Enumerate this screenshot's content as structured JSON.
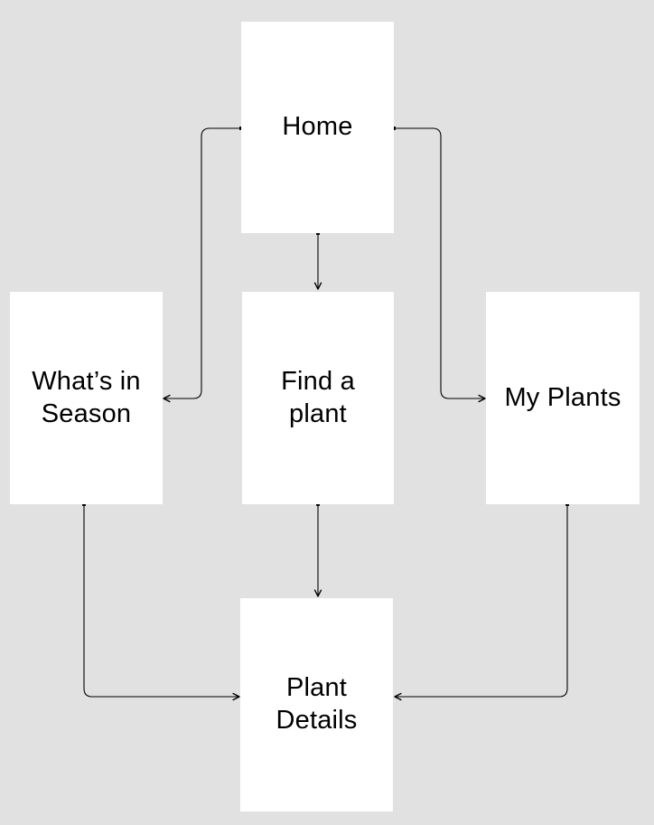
{
  "canvas": {
    "background_color": "#e1e1e1",
    "node_fill_color": "#ffffff",
    "edge_color": "#000000",
    "text_color": "#000000"
  },
  "diagram": {
    "nodes": [
      {
        "id": "home",
        "label": "Home"
      },
      {
        "id": "whats-in-season",
        "label": "What’s in\nSeason"
      },
      {
        "id": "find-a-plant",
        "label": "Find a\nplant"
      },
      {
        "id": "my-plants",
        "label": "My Plants"
      },
      {
        "id": "plant-details",
        "label": "Plant\nDetails"
      }
    ],
    "edges": [
      {
        "from": "home",
        "to": "whats-in-season"
      },
      {
        "from": "home",
        "to": "my-plants"
      },
      {
        "from": "home",
        "to": "find-a-plant"
      },
      {
        "from": "find-a-plant",
        "to": "plant-details"
      },
      {
        "from": "whats-in-season",
        "to": "plant-details"
      },
      {
        "from": "my-plants",
        "to": "plant-details"
      }
    ]
  }
}
